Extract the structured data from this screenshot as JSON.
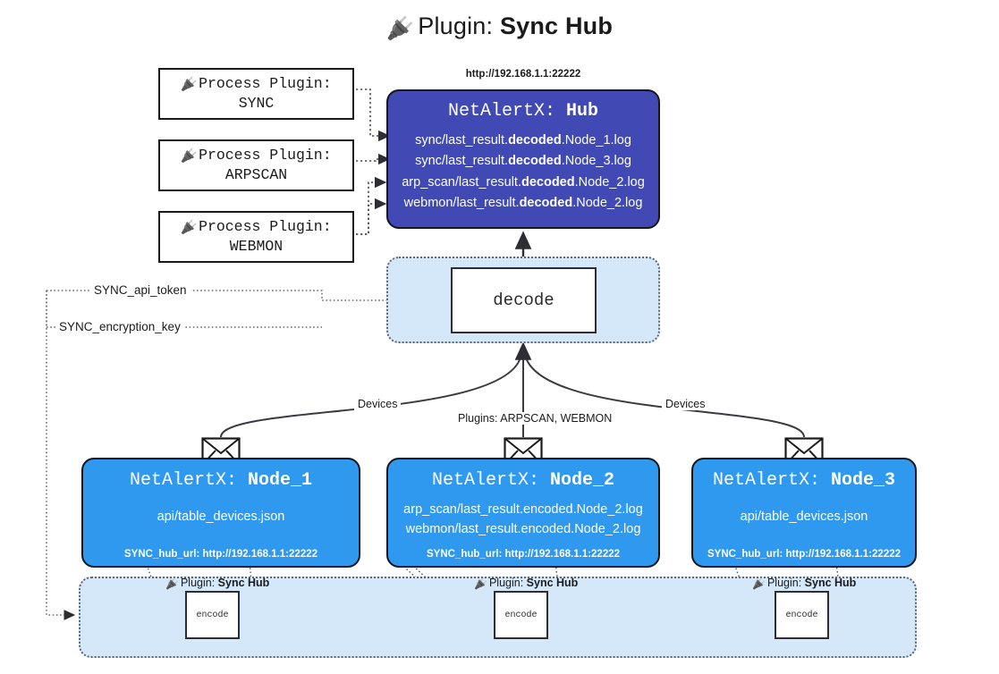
{
  "title": {
    "icon": "electric-plug-icon",
    "prefix": "Plugin: ",
    "name": "Sync Hub"
  },
  "process_plugins": [
    {
      "label": "Process Plugin:",
      "name": "SYNC"
    },
    {
      "label": "Process Plugin:",
      "name": "ARPSCAN"
    },
    {
      "label": "Process Plugin:",
      "name": "WEBMON"
    }
  ],
  "hub": {
    "url": "http://192.168.1.1:22222",
    "title_prefix": "NetAlertX: ",
    "title_name": "Hub",
    "logs": [
      {
        "pre": "sync/last_result.",
        "em": "decoded",
        "post": ".Node_1.log"
      },
      {
        "pre": "sync/last_result.",
        "em": "decoded",
        "post": ".Node_3.log"
      },
      {
        "pre": "arp_scan/last_result.",
        "em": "decoded",
        "post": ".Node_2.log"
      },
      {
        "pre": "webmon/last_result.",
        "em": "decoded",
        "post": ".Node_2.log"
      }
    ]
  },
  "decode": {
    "label": "decode"
  },
  "keys": [
    {
      "label": "SYNC_api_token"
    },
    {
      "label": "SYNC_encryption_key"
    }
  ],
  "edge_labels": {
    "devices_left": "Devices",
    "devices_right": "Devices",
    "plugins_mid": "Plugins: ARPSCAN, WEBMON"
  },
  "nodes": [
    {
      "title_prefix": "NetAlertX: ",
      "title_name": "Node_1",
      "lines": [
        "api/table_devices.json"
      ],
      "hub_url": "SYNC_hub_url: http://192.168.1.1:22222"
    },
    {
      "title_prefix": "NetAlertX: ",
      "title_name": "Node_2",
      "lines": [
        "arp_scan/last_result.encoded.Node_2.log",
        "webmon/last_result.encoded.Node_2.log"
      ],
      "hub_url": "SYNC_hub_url: http://192.168.1.1:22222"
    },
    {
      "title_prefix": "NetAlertX: ",
      "title_name": "Node_3",
      "lines": [
        "api/table_devices.json"
      ],
      "hub_url": "SYNC_hub_url: http://192.168.1.1:22222"
    }
  ],
  "encoders": [
    {
      "caption_prefix": "Plugin: ",
      "caption_name": "Sync Hub",
      "label": "encode"
    },
    {
      "caption_prefix": "Plugin: ",
      "caption_name": "Sync Hub",
      "label": "encode"
    },
    {
      "caption_prefix": "Plugin: ",
      "caption_name": "Sync Hub",
      "label": "encode"
    }
  ],
  "colors": {
    "hub_fill": "#4049b4",
    "node_fill": "#2f99ef",
    "container_fill": "#d4e8f9",
    "stroke": "#16161c"
  }
}
